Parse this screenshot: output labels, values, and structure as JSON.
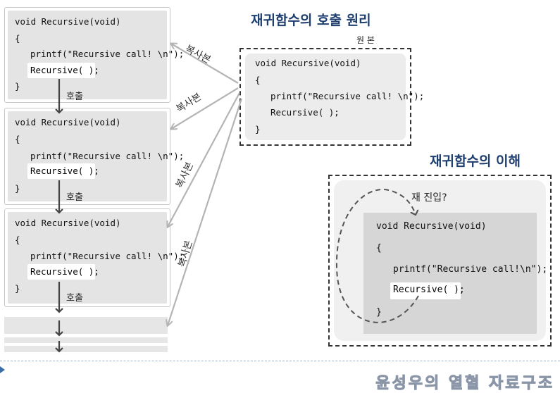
{
  "titles": {
    "principle": "재귀함수의 호출 원리",
    "understanding": "재귀함수의 이해"
  },
  "labels": {
    "original": "원 본",
    "copy": "복사본",
    "call": "호출",
    "reenter": "재 진입?"
  },
  "code": {
    "signature": "void Recursive(void)",
    "open_brace": "{",
    "printf_line": "printf(\"Recursive call! \\n\");",
    "printf_line_compact": "printf(\"Recursive call!\\n\");",
    "call_line": "Recursive( );",
    "close_brace": "}"
  },
  "footer": {
    "text": "윤성우의 열혈 자료구조"
  },
  "colors": {
    "title": "#1f3f6e",
    "arrow_gray": "#b4b4b4",
    "arrow_dark": "#444444",
    "footer_accent": "#3b6ea8"
  }
}
